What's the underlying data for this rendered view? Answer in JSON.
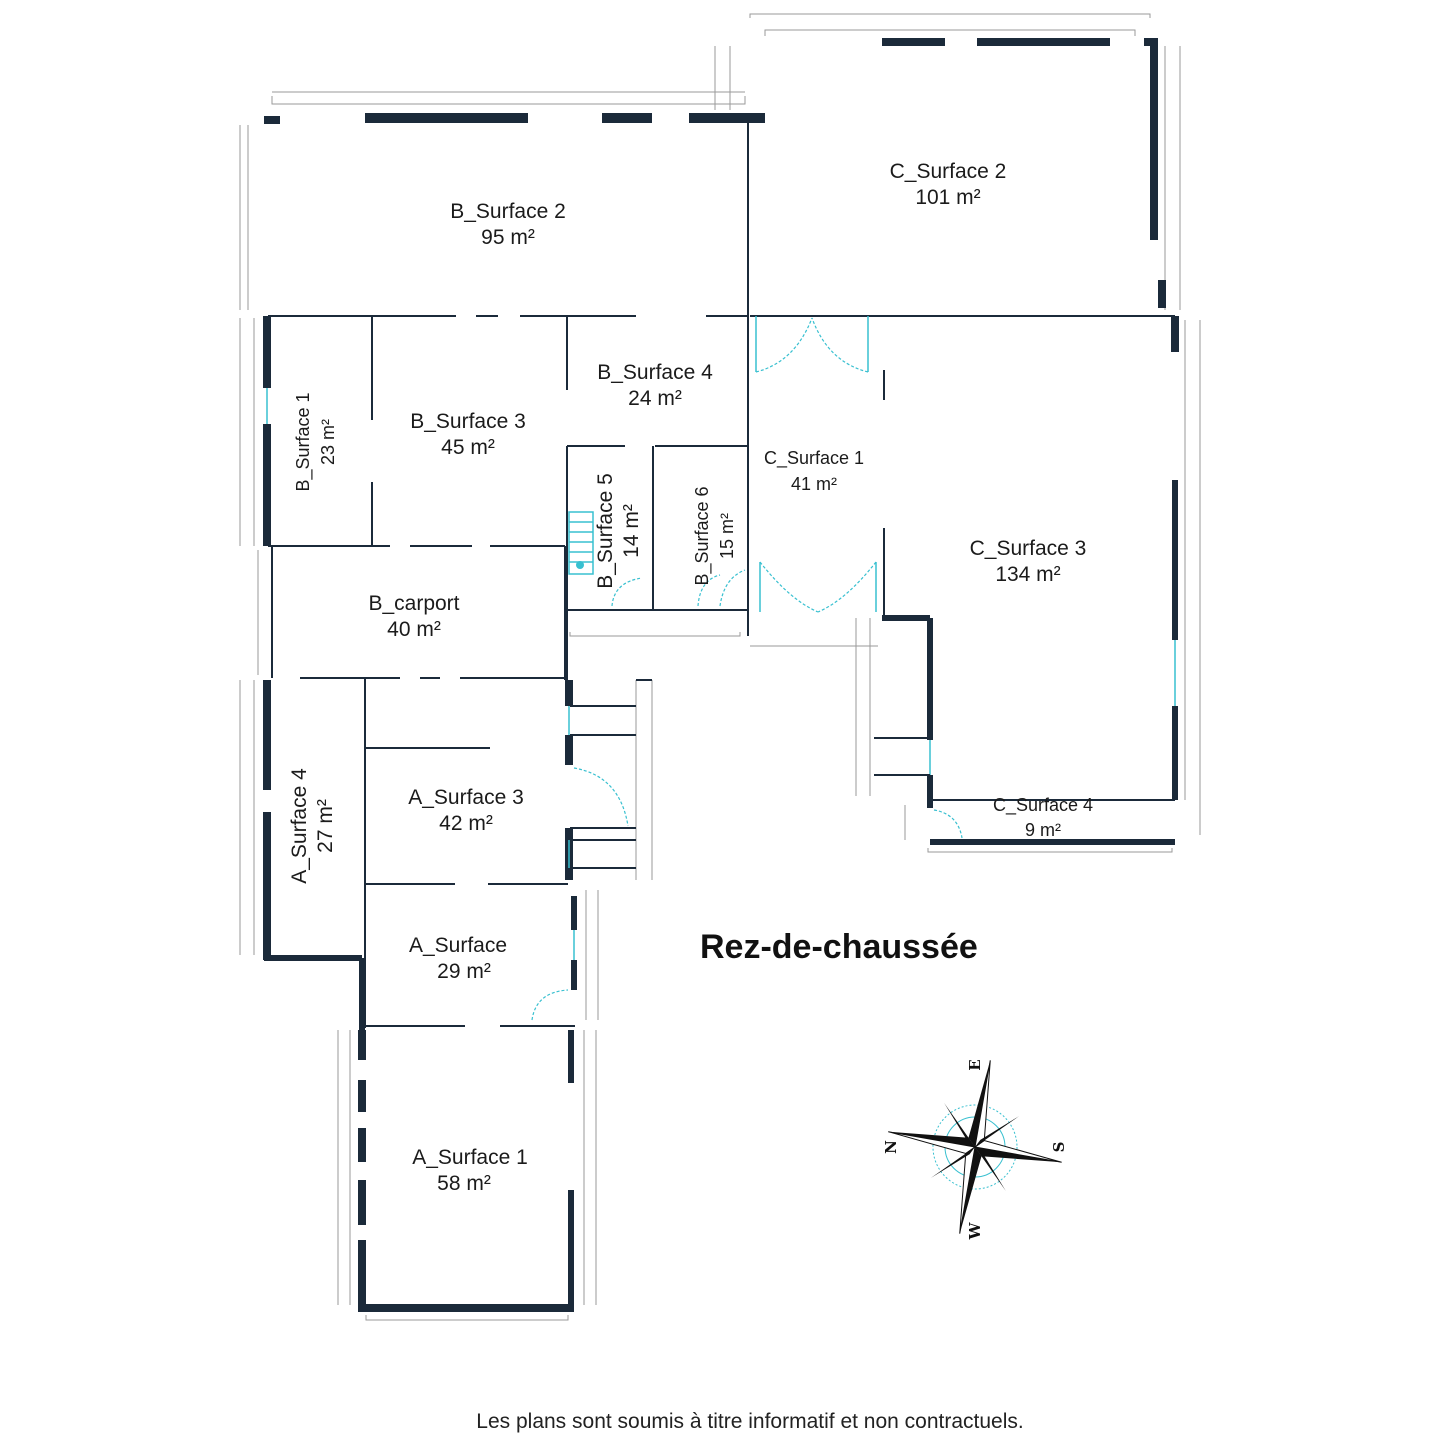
{
  "floor_title": "Rez-de-chaussée",
  "disclaimer": "Les plans sont soumis à titre informatif et non contractuels.",
  "rooms": {
    "b_surface_2": {
      "name": "B_Surface 2",
      "area": "95 m²"
    },
    "c_surface_2": {
      "name": "C_Surface 2",
      "area": "101 m²"
    },
    "b_surface_4": {
      "name": "B_Surface 4",
      "area": "24 m²"
    },
    "b_surface_3": {
      "name": "B_Surface 3",
      "area": "45 m²"
    },
    "b_surface_1": {
      "name": "B_Surface 1",
      "area": "23 m²"
    },
    "b_surface_5": {
      "name": "B_Surface 5",
      "area": "14 m²"
    },
    "b_surface_6": {
      "name": "B_Surface 6",
      "area": "15 m²"
    },
    "c_surface_1": {
      "name": "C_Surface 1",
      "area": "41 m²"
    },
    "c_surface_3": {
      "name": "C_Surface 3",
      "area": "134 m²"
    },
    "b_carport": {
      "name": "B_carport",
      "area": "40 m²"
    },
    "a_surface_4": {
      "name": "A_Surface 4",
      "area": "27 m²"
    },
    "a_surface_3": {
      "name": "A_Surface 3",
      "area": "42 m²"
    },
    "c_surface_4": {
      "name": "C_Surface 4",
      "area": "9 m²"
    },
    "a_surface": {
      "name": "A_Surface",
      "area": "29 m²"
    },
    "a_surface_1": {
      "name": "A_Surface 1",
      "area": "58 m²"
    }
  },
  "compass": {
    "north": "N",
    "east": "E",
    "south": "S",
    "west": "W"
  },
  "colors": {
    "wall": "#1b2a3a",
    "door": "#38c0d0",
    "dimension": "#9a9a9a"
  }
}
